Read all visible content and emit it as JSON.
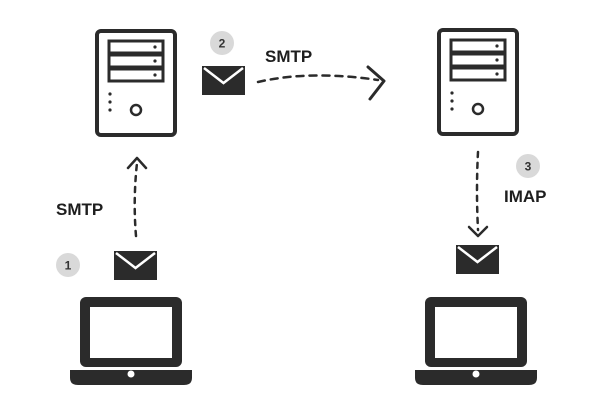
{
  "colors": {
    "ink": "#2b2b2b",
    "badge": "#d9d9d9",
    "background": "#ffffff"
  },
  "steps": [
    {
      "number": "1",
      "protocol": "SMTP"
    },
    {
      "number": "2",
      "protocol": "SMTP"
    },
    {
      "number": "3",
      "protocol": "IMAP"
    }
  ],
  "nodes": {
    "sender_server": {
      "icon": "server-tower-icon"
    },
    "receiver_server": {
      "icon": "server-tower-icon"
    },
    "sender_laptop": {
      "icon": "laptop-icon"
    },
    "receiver_laptop": {
      "icon": "laptop-icon"
    },
    "envelope_icon": "envelope-icon"
  }
}
